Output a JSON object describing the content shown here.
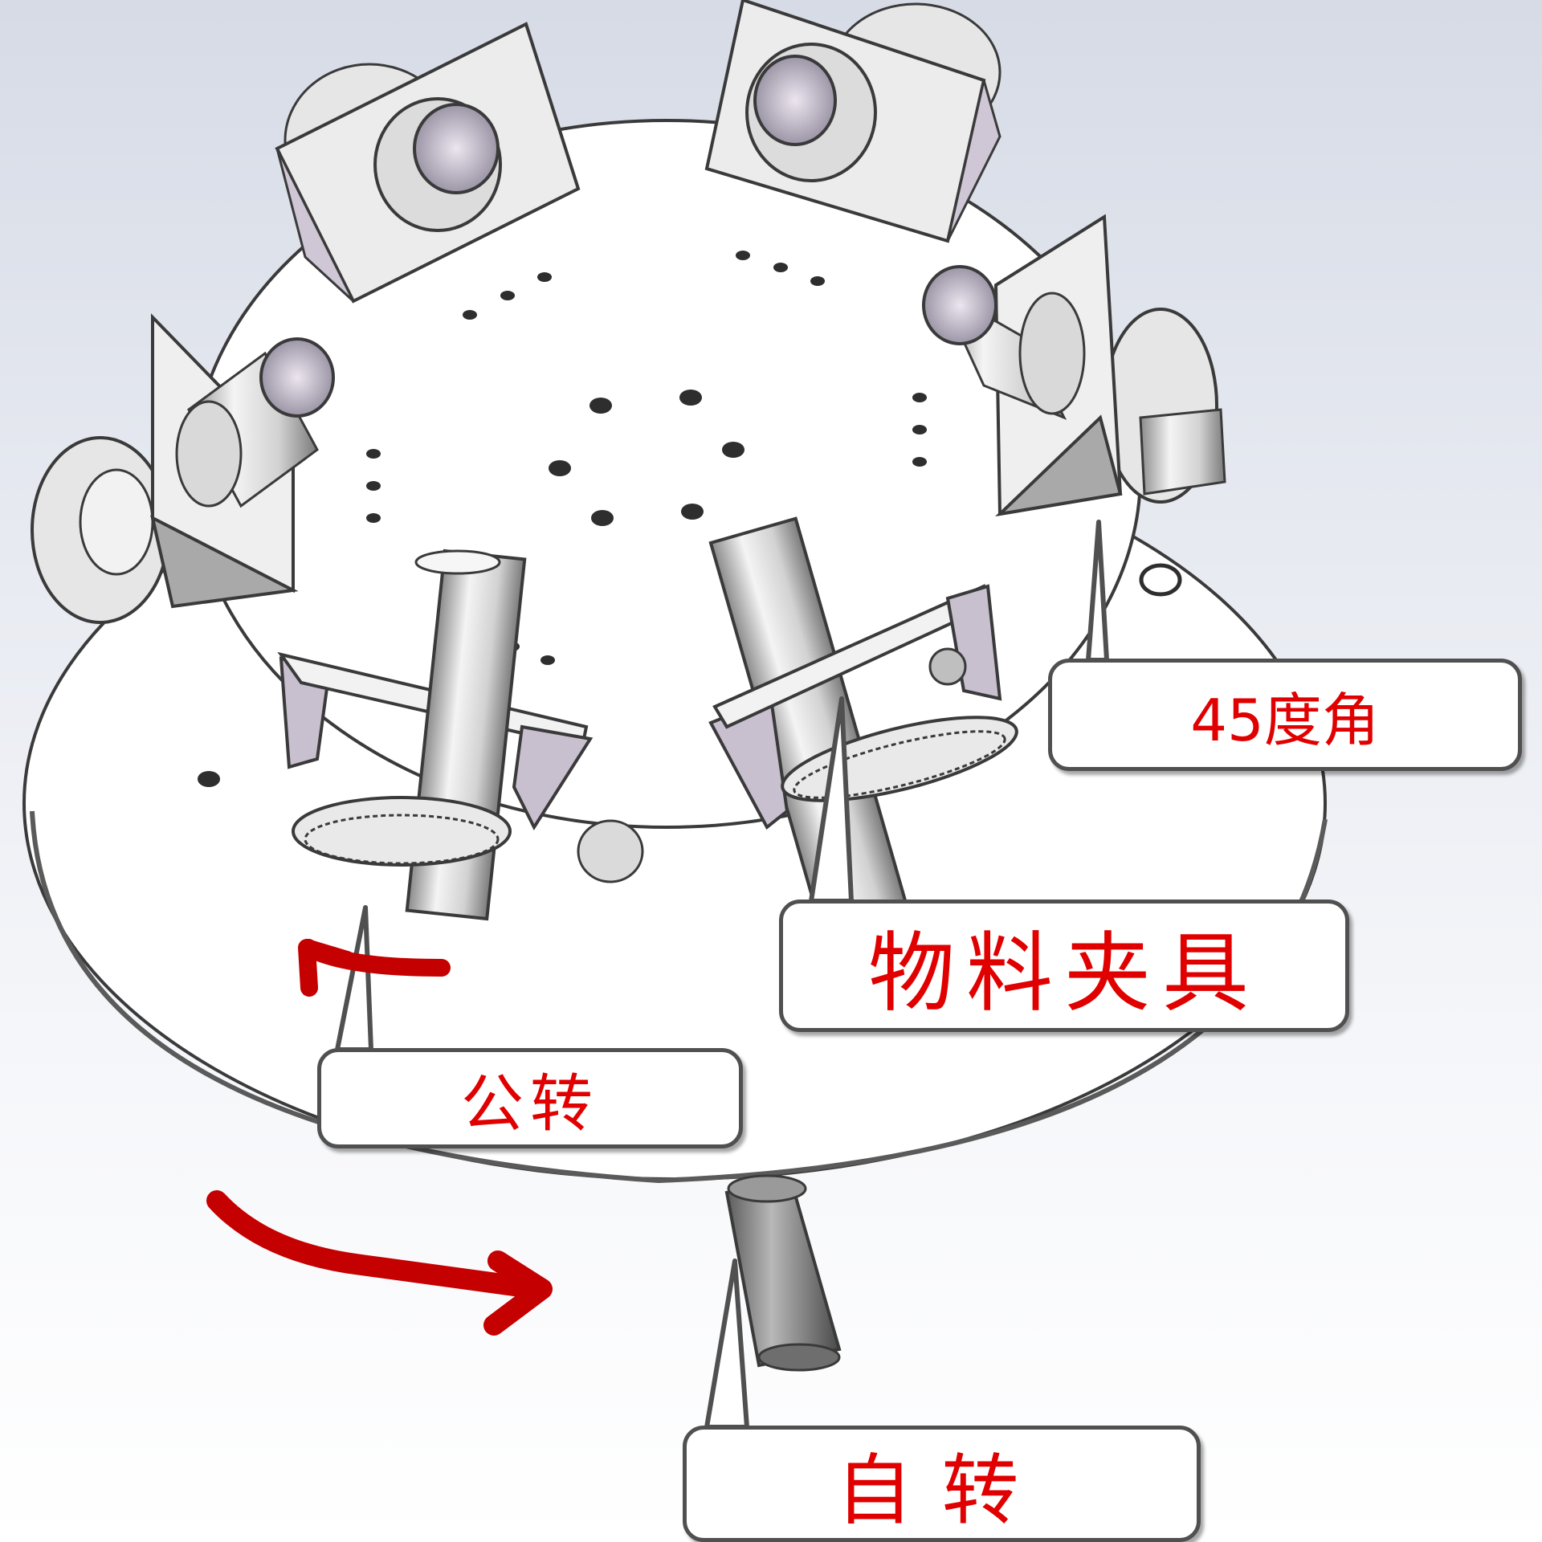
{
  "labels": {
    "angle": "45度角",
    "fixture": "物料夹具",
    "orbit": "公转",
    "spin": "自转"
  },
  "colors": {
    "label_text": "#e00000",
    "arrow": "#c40000",
    "outline": "#3a3a3a",
    "plate": "#ffffff",
    "bracket_shade": "#c9c0cf"
  },
  "icons": {
    "orbit_arrow": "curved-right-arrow",
    "small_arrow": "hook-left-arrow"
  }
}
